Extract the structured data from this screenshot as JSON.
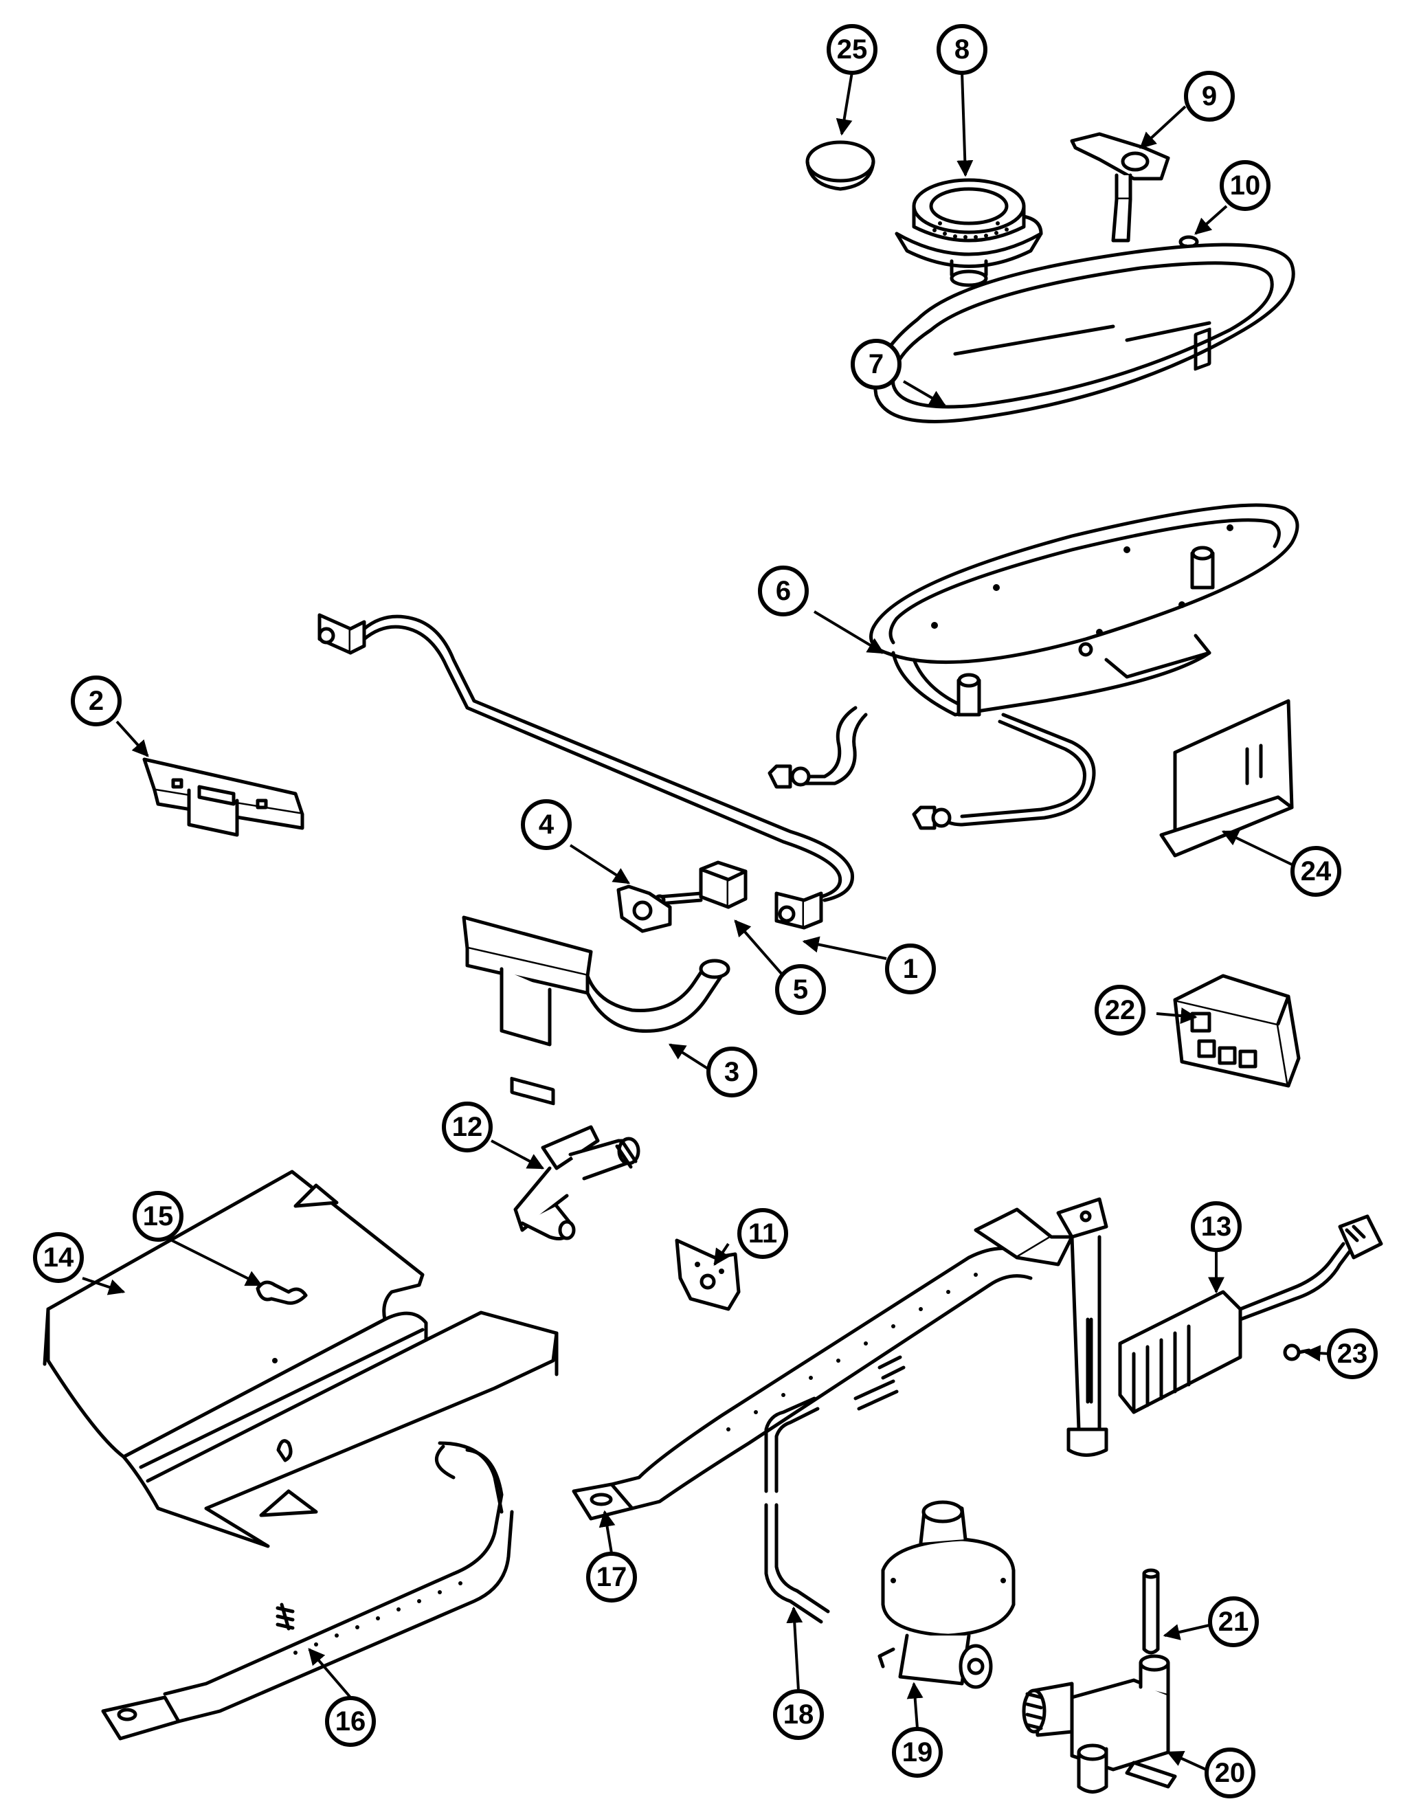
{
  "callouts": [
    {
      "id": "1",
      "label": "1"
    },
    {
      "id": "2",
      "label": "2"
    },
    {
      "id": "3",
      "label": "3"
    },
    {
      "id": "4",
      "label": "4"
    },
    {
      "id": "5",
      "label": "5"
    },
    {
      "id": "6",
      "label": "6"
    },
    {
      "id": "7",
      "label": "7"
    },
    {
      "id": "8",
      "label": "8"
    },
    {
      "id": "9",
      "label": "9"
    },
    {
      "id": "10",
      "label": "10"
    },
    {
      "id": "11",
      "label": "11"
    },
    {
      "id": "12",
      "label": "12"
    },
    {
      "id": "13",
      "label": "13"
    },
    {
      "id": "14",
      "label": "14"
    },
    {
      "id": "15",
      "label": "15"
    },
    {
      "id": "16",
      "label": "16"
    },
    {
      "id": "17",
      "label": "17"
    },
    {
      "id": "18",
      "label": "18"
    },
    {
      "id": "19",
      "label": "19"
    },
    {
      "id": "20",
      "label": "20"
    },
    {
      "id": "21",
      "label": "21"
    },
    {
      "id": "22",
      "label": "22"
    },
    {
      "id": "23",
      "label": "23"
    },
    {
      "id": "24",
      "label": "24"
    },
    {
      "id": "25",
      "label": "25"
    }
  ],
  "colors": {
    "line": "#000000",
    "background": "#ffffff"
  }
}
